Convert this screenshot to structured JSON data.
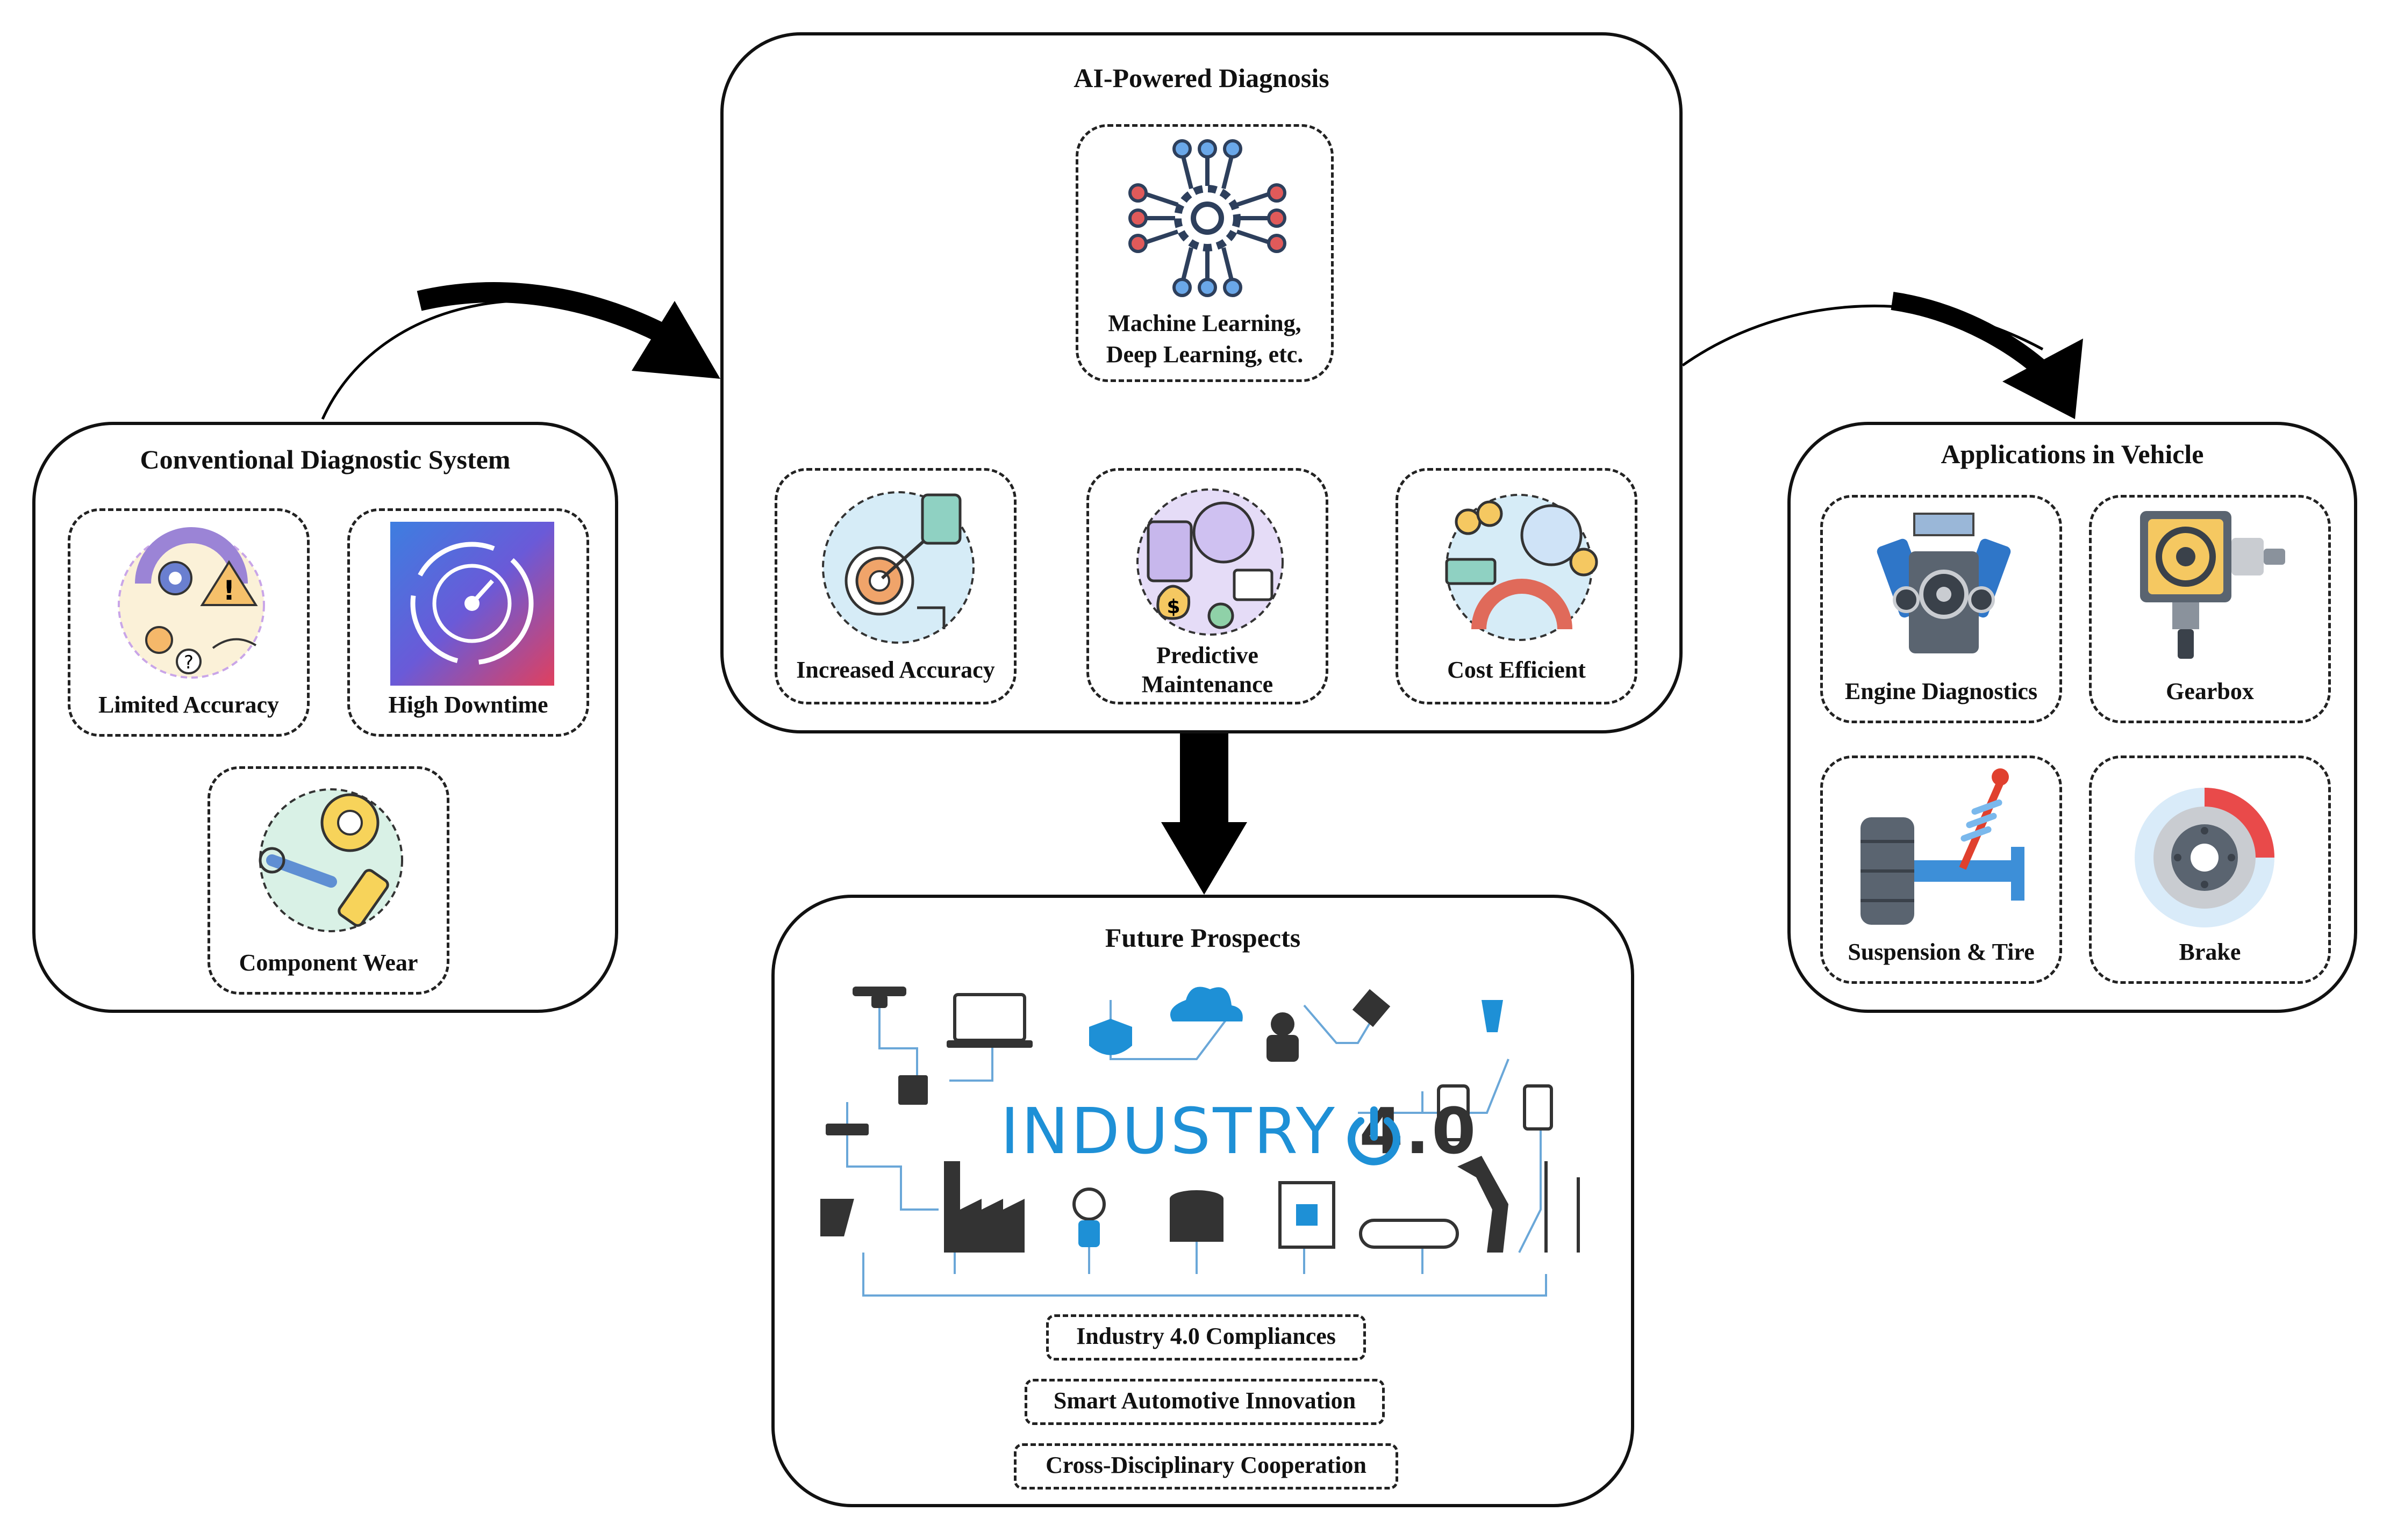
{
  "panels": {
    "conventional": {
      "title": "Conventional Diagnostic System",
      "cards": [
        {
          "label": "Limited Accuracy",
          "icon": "limited-accuracy-icon"
        },
        {
          "label": "High Downtime",
          "icon": "downtime-gauge-icon"
        },
        {
          "label": "Component Wear",
          "icon": "component-wear-icon"
        }
      ]
    },
    "ai": {
      "title": "AI-Powered Diagnosis",
      "core": {
        "label_line1": "Machine Learning,",
        "label_line2": "Deep Learning, etc.",
        "icon": "neural-gear-icon"
      },
      "cards": [
        {
          "label": "Increased Accuracy",
          "icon": "target-accuracy-icon"
        },
        {
          "label_line1": "Predictive",
          "label_line2": "Maintenance",
          "icon": "predictive-maintenance-icon"
        },
        {
          "label": "Cost Efficient",
          "icon": "cost-efficient-icon"
        }
      ]
    },
    "future": {
      "title": "Future Prospects",
      "banner": {
        "word": "INDUSTRY",
        "version": "4.0",
        "icon": "industry-4-icon"
      },
      "tags": [
        "Industry 4.0 Compliances",
        "Smart Automotive Innovation",
        "Cross-Disciplinary Cooperation"
      ]
    },
    "applications": {
      "title": "Applications in Vehicle",
      "cards": [
        {
          "label": "Engine Diagnostics",
          "icon": "engine-icon"
        },
        {
          "label": "Gearbox",
          "icon": "gearbox-icon"
        },
        {
          "label": "Suspension & Tire",
          "icon": "suspension-tire-icon"
        },
        {
          "label": "Brake",
          "icon": "brake-disc-icon"
        }
      ]
    }
  },
  "colors": {
    "accent_blue": "#1e90d6",
    "brake_red": "#e94a4a",
    "tag_border": "#222222"
  }
}
